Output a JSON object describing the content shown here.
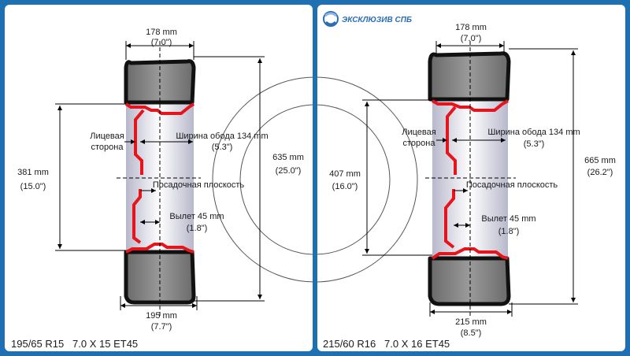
{
  "logo": {
    "text": "ЭКСКЛЮЗИВ СПБ",
    "icon": "exclusive-logo-icon"
  },
  "colors": {
    "background": "#1f6fb3",
    "panel": "#ffffff",
    "rim": "#e8141c",
    "tire_outline": "#111111"
  },
  "left": {
    "caption": "195/65 R15   7.0 X 15 ET45",
    "top_width_mm": "178 mm",
    "top_width_in": "(7.0\")",
    "rim_dia_mm": "381 mm",
    "rim_dia_in": "(15.0\")",
    "outer_dia_mm": "635 mm",
    "outer_dia_in": "(25.0\")",
    "bottom_width_mm": "195 mm",
    "bottom_width_in": "(7.7\")",
    "face_label_1": "Лицевая",
    "face_label_2": "сторона",
    "rim_width_label": "Ширина обода 134 mm",
    "rim_width_in": "(5.3\")",
    "mount_plane_label": "Посадочная плоскость",
    "offset_label": "Вылет 45 mm",
    "offset_in": "(1.8\")"
  },
  "right": {
    "caption": "215/60 R16   7.0 X 16 ET45",
    "top_width_mm": "178 mm",
    "top_width_in": "(7.0\")",
    "rim_dia_mm": "407 mm",
    "rim_dia_in": "(16.0\")",
    "outer_dia_mm": "665 mm",
    "outer_dia_in": "(26.2\")",
    "bottom_width_mm": "215 mm",
    "bottom_width_in": "(8.5\")",
    "face_label_1": "Лицевая",
    "face_label_2": "сторона",
    "rim_width_label": "Ширина обода 134 mm",
    "rim_width_in": "(5.3\")",
    "mount_plane_label": "Посадочная плоскость",
    "offset_label": "Вылет 45 mm",
    "offset_in": "(1.8\")"
  }
}
